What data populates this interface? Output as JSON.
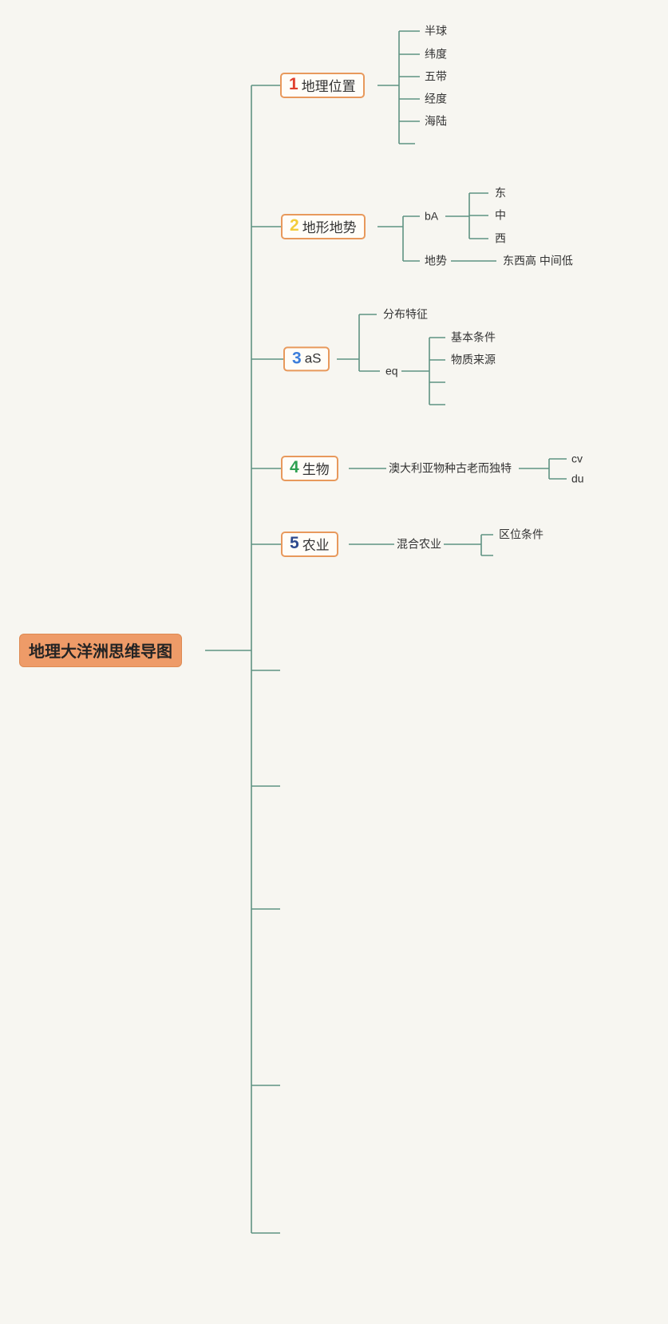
{
  "title": "地理大洋洲思维导图",
  "theme": {
    "background": "#f7f6f1",
    "line": "#5f9383",
    "root_bg": "#ee9b68",
    "root_border": "#dd8a52",
    "topic_border": "#e8995c",
    "topic_bg": "#fffdf8",
    "text": "#333333"
  },
  "root": {
    "label": "地理大洋洲思维导图"
  },
  "branches": [
    {
      "num": "1",
      "num_color": "#e0402f",
      "label": "地理位置",
      "children": [
        {
          "label": "半球"
        },
        {
          "label": "纬度"
        },
        {
          "label": "五带"
        },
        {
          "label": "经度"
        },
        {
          "label": "海陆"
        },
        {
          "label": ""
        }
      ]
    },
    {
      "num": "2",
      "num_color": "#f3cc3a",
      "label": "地形地势",
      "children": [
        {
          "label": "bA",
          "children": [
            {
              "label": "东"
            },
            {
              "label": "中"
            },
            {
              "label": "西"
            }
          ]
        },
        {
          "label": "地势",
          "children": [
            {
              "label": "东西高 中间低"
            }
          ]
        }
      ]
    },
    {
      "num": "3",
      "num_color": "#3c7edb",
      "label": "aS",
      "children": [
        {
          "label": "分布特征"
        },
        {
          "label": "eq",
          "children": [
            {
              "label": "基本条件"
            },
            {
              "label": "物质来源"
            },
            {
              "label": ""
            },
            {
              "label": ""
            }
          ]
        }
      ]
    },
    {
      "num": "4",
      "num_color": "#2ea052",
      "label": "生物",
      "children": [
        {
          "label": "澳大利亚物种古老而独特",
          "children": [
            {
              "label": "cv"
            },
            {
              "label": "du"
            }
          ]
        }
      ]
    },
    {
      "num": "5",
      "num_color": "#2d4a8e",
      "label": "农业",
      "children": [
        {
          "label": "混合农业",
          "children": [
            {
              "label": "区位条件"
            },
            {
              "label": ""
            }
          ]
        }
      ]
    }
  ]
}
